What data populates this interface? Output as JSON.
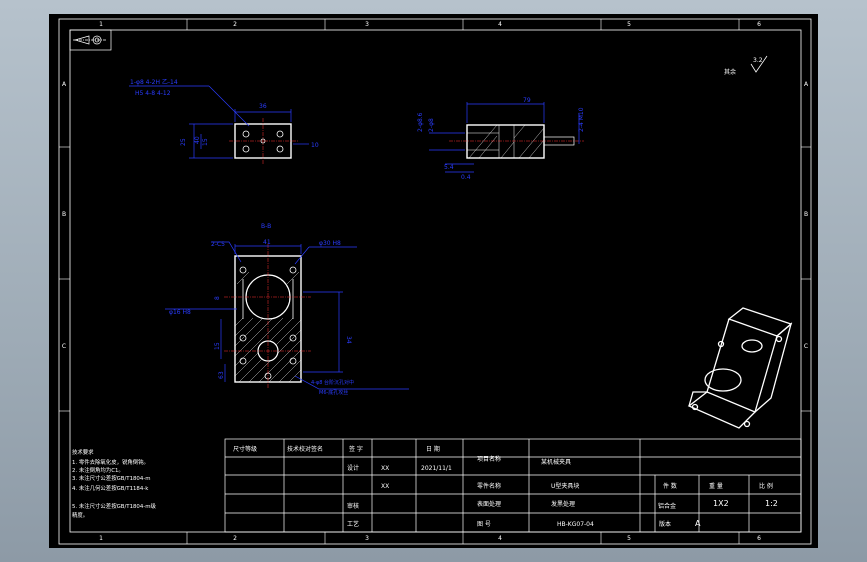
{
  "zone_numbers": [
    "1",
    "2",
    "3",
    "4",
    "5",
    "6"
  ],
  "zone_letters": [
    "A",
    "B",
    "C"
  ],
  "roughness": {
    "symbol_value": "3.2",
    "remainder_label": "其余"
  },
  "views": {
    "top": {
      "dims": [
        "1-φ8 4-2H 乙-14",
        "H5 4-8 4-12"
      ],
      "width": "36",
      "side": "15",
      "other": [
        "25",
        "40",
        "10"
      ]
    },
    "side": {
      "dims": [
        "79",
        "2-4 M10",
        "2-φ8",
        "2-φ8.6",
        "5.4",
        "0.4"
      ]
    },
    "section": {
      "label": "B-B",
      "width": "41",
      "chamfer": "2-C5",
      "bore": "φ30 H8",
      "hole": "φ16 H8",
      "height": "34",
      "left": [
        "8",
        "15",
        "63"
      ],
      "callout": [
        "4-φ8 台阶沉孔对中",
        "M6-底孔攻丝"
      ]
    }
  },
  "tech_requirements": {
    "title": "技术要求",
    "items": [
      "1. 零件去除氧化皮，锐角倒钝。",
      "2. 未注倒角均为C1。",
      "3. 未注尺寸公差按GB/T1804-m",
      "4. 未注几何公差按GB/T1184-k",
      "5. 未注尺寸公差按GB/T1804-m级",
      "精度。"
    ]
  },
  "title_block": {
    "std": "尺寸等级",
    "check": "技术校对签名",
    "sig": "签 字",
    "date": "日 期",
    "design": "设计",
    "designer": "XX",
    "design_date": "2021/11/1",
    "check2": "审核",
    "checker": "XX",
    "process": "工艺",
    "project_label": "项目名称",
    "project_value": "某机械夹具",
    "part_label": "零件名称",
    "part_value": "U型夹具块",
    "material_label": "表面处理",
    "material_value": "发黑处理",
    "drawing_label": "图 号",
    "drawing_no": "HB-KG07-04",
    "qty_label": "件 数",
    "weight_label": "重 量",
    "scale_label": "比 例",
    "qty": "1X2",
    "scale": "1:2",
    "material": "铝合金",
    "version_label": "版本",
    "version": "A"
  }
}
